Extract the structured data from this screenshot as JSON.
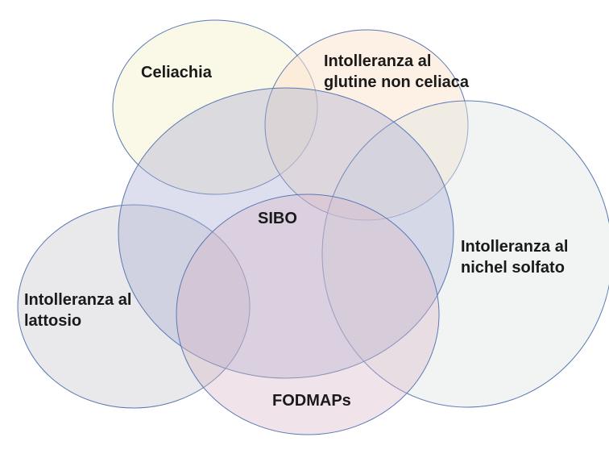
{
  "diagram": {
    "celiachia": {
      "lines": [
        "Celiachia"
      ],
      "fill": "#f6f3cf"
    },
    "glutine": {
      "lines": [
        "Intolleranza al",
        "glutine non celiaca"
      ],
      "fill": "#fbe3cd"
    },
    "nichel": {
      "lines": [
        "Intolleranza al",
        "nichel solfato"
      ],
      "fill": "#dfe6e4"
    },
    "sibo": {
      "lines": [
        "SIBO"
      ],
      "fill": "#a8abd2"
    },
    "lattosio": {
      "lines": [
        "Intolleranza al",
        "lattosio"
      ],
      "fill": "#d3d3d8"
    },
    "fodmaps": {
      "lines": [
        "FODMAPs"
      ],
      "fill": "#d8b8c8"
    }
  }
}
